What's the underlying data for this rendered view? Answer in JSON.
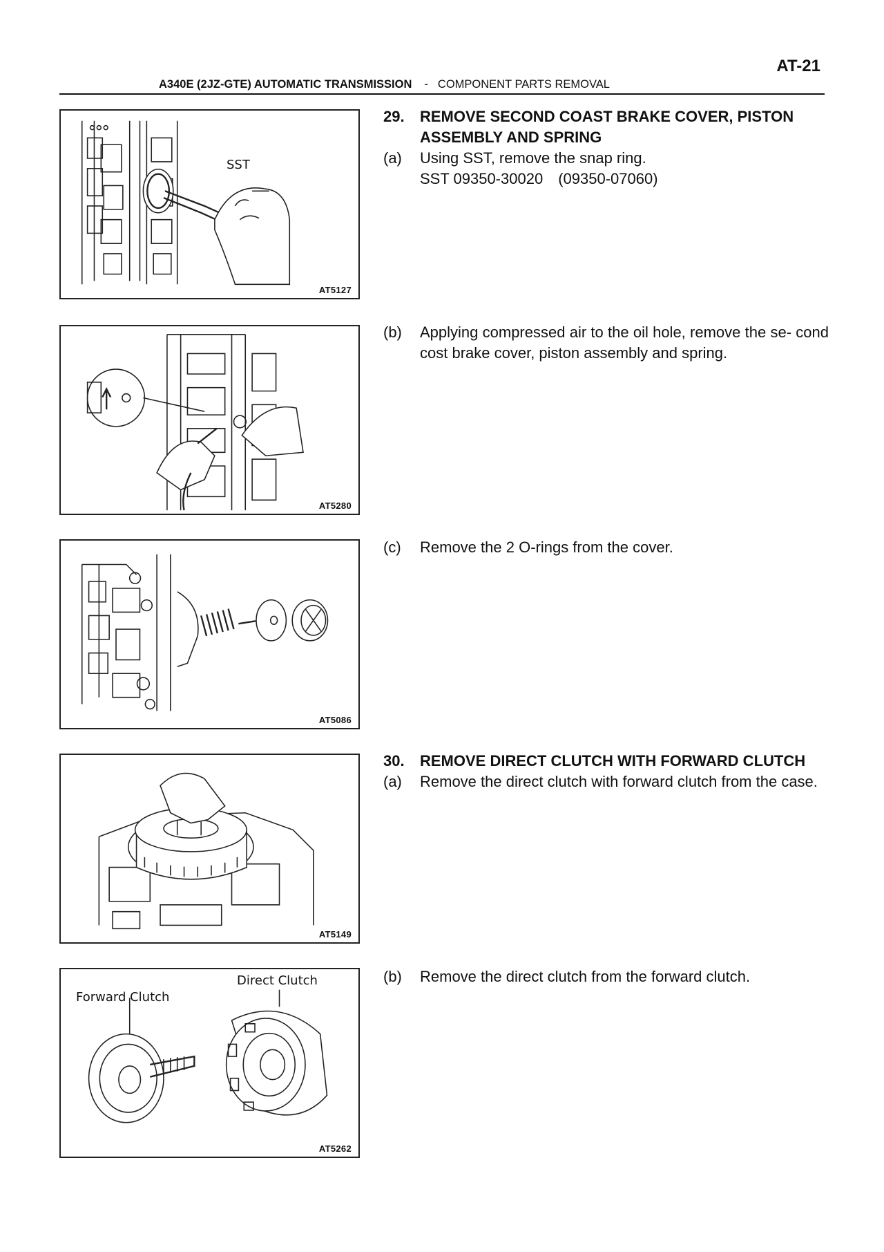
{
  "header": {
    "page_number": "AT-21",
    "title": "A340E (2JZ-GTE)  AUTOMATIC TRANSMISSION",
    "separator": "-",
    "section": "COMPONENT PARTS REMOVAL"
  },
  "figures": [
    {
      "code": "AT5127",
      "labels": [
        "SST"
      ]
    },
    {
      "code": "AT5280",
      "labels": []
    },
    {
      "code": "AT5086",
      "labels": []
    },
    {
      "code": "AT5149",
      "labels": []
    },
    {
      "code": "AT5262",
      "labels": [
        "Forward Clutch",
        "Direct Clutch"
      ]
    }
  ],
  "steps": {
    "s29": {
      "number": "29.",
      "heading_line1": "REMOVE SECOND COAST BRAKE COVER, PISTON",
      "heading_line2": "ASSEMBLY AND SPRING",
      "a_marker": "(a)",
      "a_text": "Using SST, remove the snap ring.",
      "a_sst_label": "SST 09350-30020",
      "a_sst_part": "(09350-07060)",
      "b_marker": "(b)",
      "b_text": "Applying compressed air to the oil hole, remove the se- cond cost brake cover, piston assembly and spring.",
      "c_marker": "(c)",
      "c_text": "Remove the 2 O-rings from the cover."
    },
    "s30": {
      "number": "30.",
      "heading": "REMOVE DIRECT CLUTCH WITH FORWARD CLUTCH",
      "a_marker": "(a)",
      "a_text": "Remove the direct clutch with forward clutch from the case.",
      "b_marker": "(b)",
      "b_text": "Remove the direct clutch from the forward clutch."
    }
  }
}
